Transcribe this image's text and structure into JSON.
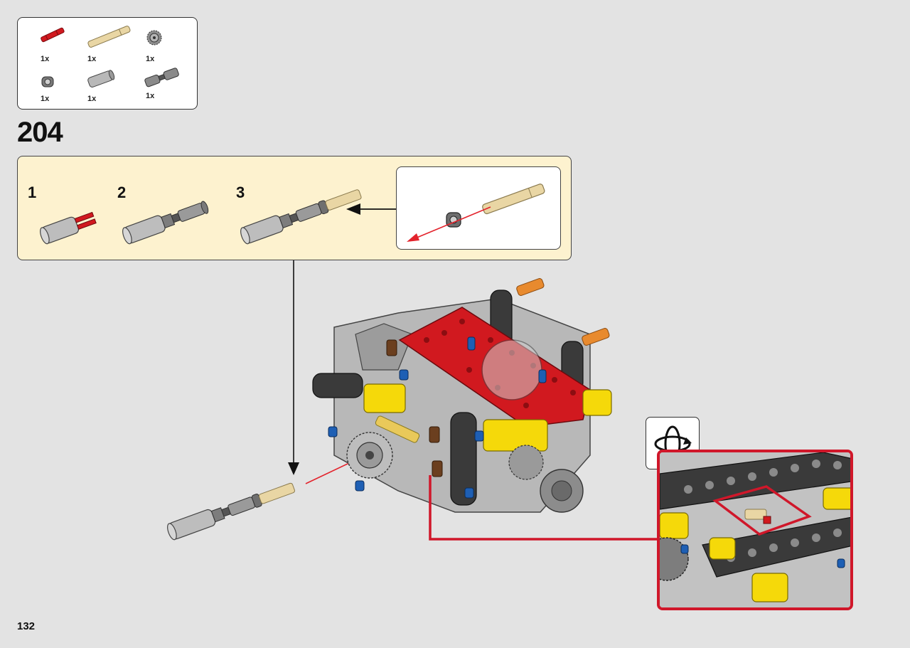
{
  "parts_list": {
    "items": [
      {
        "name": "red-axle-icon",
        "qty": "1x"
      },
      {
        "name": "tan-axle-icon",
        "qty": "1x"
      },
      {
        "name": "gear-icon",
        "qty": "1x"
      },
      {
        "name": "bush-icon",
        "qty": "1x"
      },
      {
        "name": "grey-connector-icon",
        "qty": "1x"
      },
      {
        "name": "universal-joint-icon",
        "qty": "1x"
      }
    ]
  },
  "step": {
    "number": "204"
  },
  "sub_steps": [
    {
      "label": "1"
    },
    {
      "label": "2"
    },
    {
      "label": "3"
    }
  ],
  "page": {
    "number": "132"
  },
  "colors": {
    "background": "#e3e3e3",
    "sub_panel": "#fdf2cf",
    "callout_red": "#d0172a",
    "arrow_red": "#e3232c",
    "brick_red": "#d1191f",
    "brick_yellow": "#f5d90a",
    "brick_dark": "#3a3a3a",
    "brick_grey": "#a9a9a9",
    "brick_tan": "#e9d6a4",
    "brick_blue": "#1e5fb4",
    "brick_orange": "#e88a2e"
  }
}
